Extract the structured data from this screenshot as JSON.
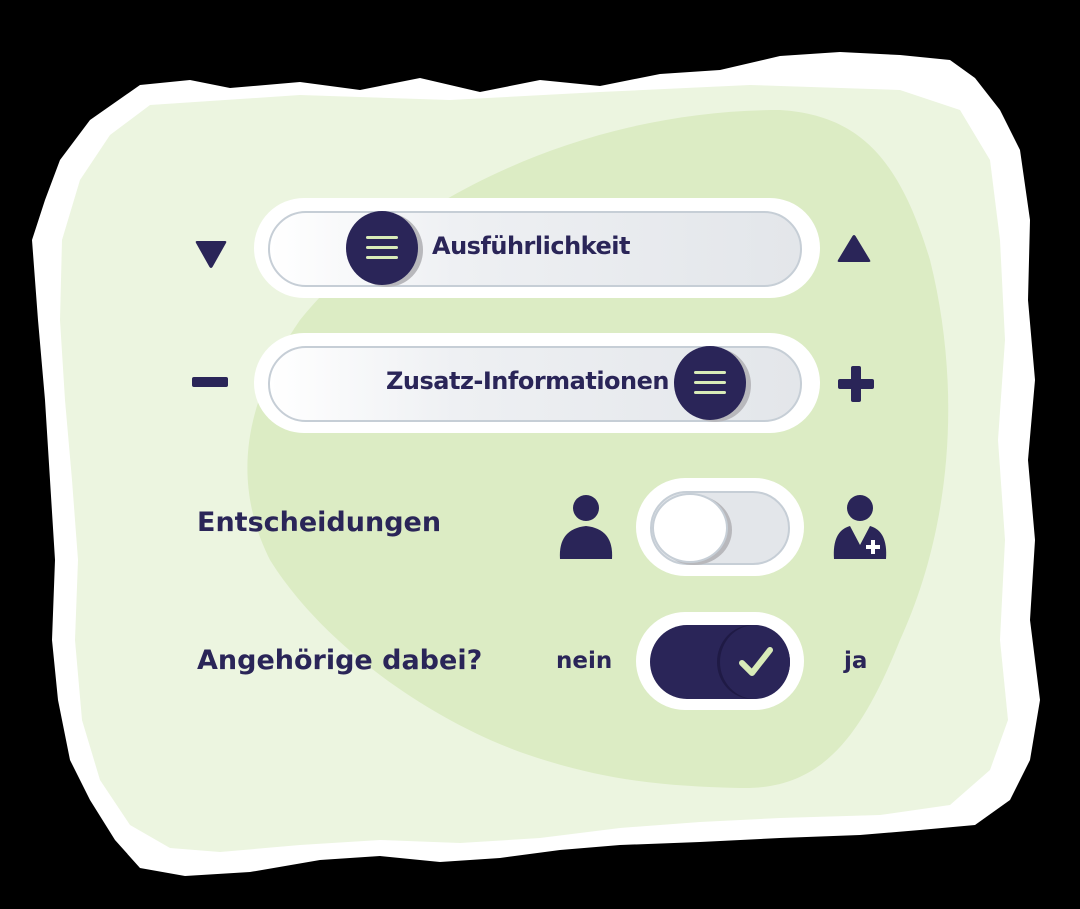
{
  "colors": {
    "background": "#000000",
    "brush_border": "#ffffff",
    "light_green": "#ecf5e0",
    "mid_green": "#dcecc4",
    "navy": "#2a2558",
    "accent_green": "#d8ebb8",
    "track_gray": "#e3e6ea"
  },
  "controls": {
    "verbosity_slider": {
      "label": "Ausführlichkeit",
      "decrease_icon": "triangle-down-icon",
      "increase_icon": "triangle-up-icon",
      "handle_icon": "menu-icon",
      "position": "left"
    },
    "additional_info_slider": {
      "label": "Zusatz-Informationen",
      "decrease_icon": "minus-icon",
      "increase_icon": "plus-icon",
      "handle_icon": "menu-icon",
      "position": "right"
    },
    "decisions_toggle": {
      "label": "Entscheidungen",
      "left_icon": "person-icon",
      "right_icon": "doctor-icon",
      "state": "off"
    },
    "relatives_toggle": {
      "label": "Angehörige dabei?",
      "off_label": "nein",
      "on_label": "ja",
      "state": "on",
      "knob_icon": "checkmark-icon"
    }
  }
}
